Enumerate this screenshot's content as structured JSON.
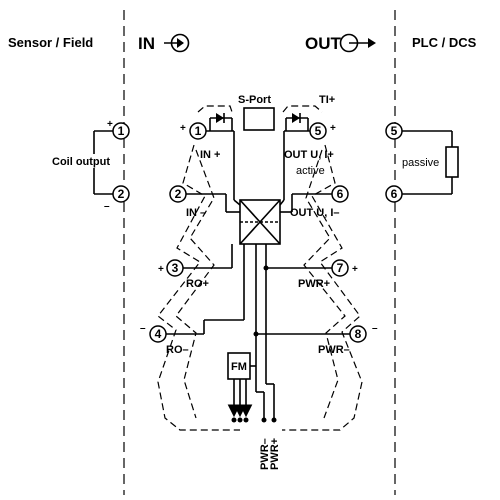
{
  "headers": {
    "sensor_field": "Sensor / Field",
    "in": "IN",
    "out": "OUT",
    "plc_dcs": "PLC / DCS"
  },
  "left_device": {
    "coil_label": "Coil  output",
    "plus": "+",
    "minus": "–",
    "terminal_1": "1",
    "terminal_2": "2"
  },
  "right_device": {
    "passive_label": "passive",
    "terminal_5": "5",
    "terminal_6": "6"
  },
  "module": {
    "s_port": "S-Port",
    "ti_plus": "TI+",
    "fm": "FM",
    "pwr_minus": "PWR–",
    "pwr_plus": "PWR+",
    "terminals": [
      {
        "num": "1",
        "label": "IN +",
        "sign": "+"
      },
      {
        "num": "2",
        "label": "IN –",
        "sign": ""
      },
      {
        "num": "3",
        "label": "RO+",
        "sign": "+"
      },
      {
        "num": "4",
        "label": "RO–",
        "sign": "–"
      },
      {
        "num": "5",
        "label": "OUT U, I+",
        "sign": "+"
      },
      {
        "num": "6",
        "label": "OUT U, I–",
        "sign": ""
      },
      {
        "num": "7",
        "label": "PWR+",
        "sign": "+"
      },
      {
        "num": "8",
        "label": "PWR–",
        "sign": "–"
      }
    ],
    "active": "active"
  }
}
